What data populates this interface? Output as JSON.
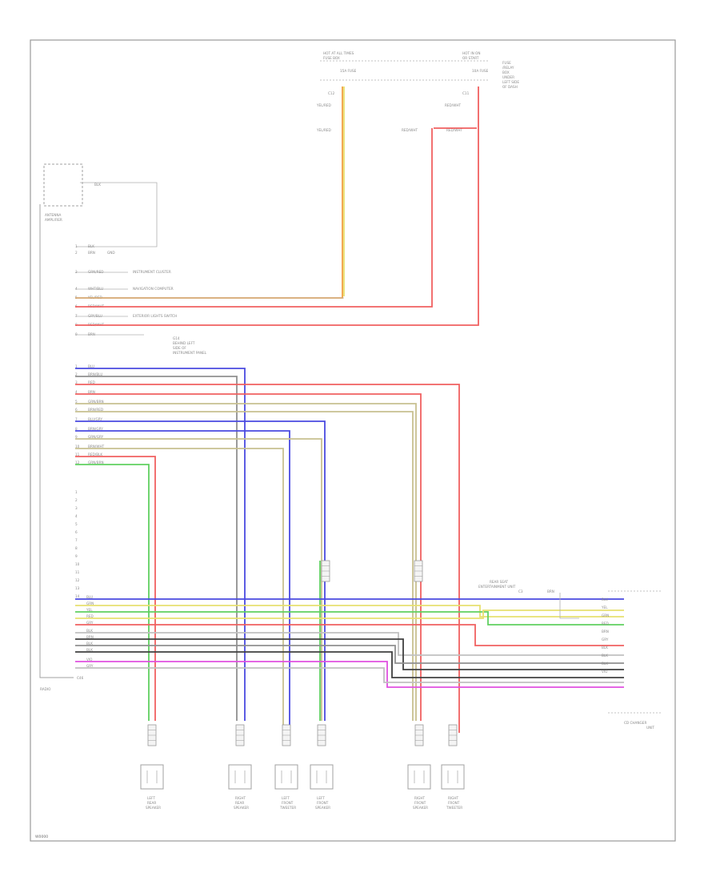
{
  "diagram": {
    "footer_code": "W0000",
    "top_left_connector": {
      "line1": "HOT AT ALL TIMES",
      "line2": "FUSE BOX",
      "pin": "C12"
    },
    "top_right_connector": {
      "line1": "HOT IN ON",
      "line2": "OR START",
      "pin": "C11"
    },
    "top_right_note": [
      "FUSE",
      "/RELAY",
      "BOX",
      "UNDER",
      "LEFT SIDE",
      "OF DASH"
    ],
    "fuse_left": "15A FUSE",
    "fuse_right": "10A FUSE",
    "wire_top_left": "YEL/RED",
    "wire_top_right": "RED/WHT",
    "antenna": {
      "label1": "ANTENNA",
      "label2": "AMPLIFIER",
      "wire": "BLK"
    },
    "radio_pins_upper": [
      {
        "pin": "1",
        "wire": "BLK"
      },
      {
        "pin": "2",
        "wire": "BRN",
        "note": "GND"
      },
      {
        "pin": "3",
        "wire": "GRN/RED",
        "dest": "INSTRUMENT CLUSTER"
      },
      {
        "pin": "4",
        "wire": "WHT/BLU",
        "dest": "NAVIGATION COMPUTER"
      },
      {
        "pin": "5",
        "wire": "YEL/RED"
      },
      {
        "pin": "6",
        "wire": "RED/WHT"
      },
      {
        "pin": "7",
        "wire": "GRY/BLU",
        "dest": "EXTERIOR LIGHTS SWITCH"
      },
      {
        "pin": "8",
        "wire": "RED/WHT"
      },
      {
        "pin": "9",
        "wire": "BRN",
        "dest": "G14"
      }
    ],
    "ground_note": [
      "G14",
      "BEHIND LEFT",
      "SIDE OF",
      "INSTRUMENT PANEL"
    ],
    "radio_pins_speaker": [
      {
        "pin": "1",
        "wire": "BLU"
      },
      {
        "pin": "2",
        "wire": "BRN/BLU"
      },
      {
        "pin": "3",
        "wire": "RED"
      },
      {
        "pin": "4",
        "wire": "BRN"
      },
      {
        "pin": "5",
        "wire": "GRN/BRN"
      },
      {
        "pin": "6",
        "wire": "BRN/RED"
      },
      {
        "pin": "7",
        "wire": "BLU/GRY"
      },
      {
        "pin": "8",
        "wire": "BRN/GRY"
      },
      {
        "pin": "9",
        "wire": "GRN/GRY"
      },
      {
        "pin": "10",
        "wire": "BRN/WHT"
      },
      {
        "pin": "11",
        "wire": "RED/BLK"
      },
      {
        "pin": "12",
        "wire": "GRN/BRN"
      }
    ],
    "radio_label": "RADIO",
    "radio_connector": "C46",
    "amplifier": {
      "label1": "REAR SEAT",
      "label2": "ENTERTAINMENT UNIT",
      "label3": "C3",
      "wire": "BRN",
      "title1": "CD CHANGER",
      "title2": "UNIT"
    },
    "speakers": [
      {
        "line1": "LEFT",
        "line2": "REAR",
        "line3": "SPEAKER"
      },
      {
        "line1": "RIGHT",
        "line2": "REAR",
        "line3": "SPEAKER"
      },
      {
        "line1": "LEFT",
        "line2": "FRONT",
        "line3": "TWEETER"
      },
      {
        "line1": "LEFT",
        "line2": "FRONT",
        "line3": "SPEAKER"
      },
      {
        "line1": "RIGHT",
        "line2": "FRONT",
        "line3": "SPEAKER"
      },
      {
        "line1": "RIGHT",
        "line2": "FRONT",
        "line3": "TWEETER"
      }
    ],
    "cd_wires_left": [
      "BLU",
      "GRN",
      "YEL",
      "RED",
      "GRY",
      "BLK",
      "BRN",
      "BLK",
      "BLK",
      "VIO",
      "GRY"
    ],
    "cd_wires_right": [
      "BLU",
      "YEL",
      "GRN",
      "RED",
      "BRN",
      "GRY",
      "BLK",
      "BLK",
      "BLK",
      "VIO"
    ]
  },
  "colors": {
    "orange": "#f0a040",
    "yellow": "#e8e070",
    "red": "#f06060",
    "blue": "#4a4ae0",
    "green": "#60d060",
    "tan": "#c8c090",
    "gray": "#909090",
    "black": "#404040",
    "violet": "#e050e0",
    "lightgray": "#c0c0c0"
  }
}
